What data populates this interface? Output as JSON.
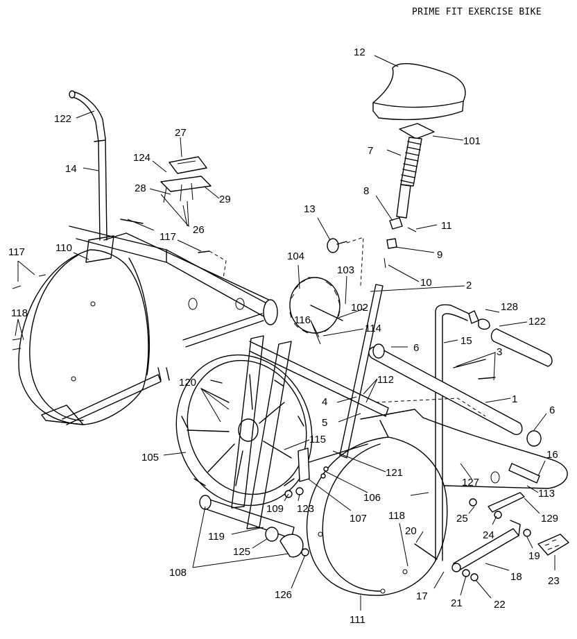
{
  "title": "PRIME FIT EXERCISE BIKE",
  "callouts": [
    {
      "key": "c12",
      "label": "12"
    },
    {
      "key": "c101",
      "label": "101"
    },
    {
      "key": "c7",
      "label": "7"
    },
    {
      "key": "c8",
      "label": "8"
    },
    {
      "key": "c11",
      "label": "11"
    },
    {
      "key": "c9",
      "label": "9"
    },
    {
      "key": "c10",
      "label": "10"
    },
    {
      "key": "c13",
      "label": "13"
    },
    {
      "key": "c2",
      "label": "2"
    },
    {
      "key": "c104",
      "label": "104"
    },
    {
      "key": "c103",
      "label": "103"
    },
    {
      "key": "c102",
      "label": "102"
    },
    {
      "key": "c116",
      "label": "116"
    },
    {
      "key": "c114",
      "label": "114"
    },
    {
      "key": "c6a",
      "label": "6"
    },
    {
      "key": "c15",
      "label": "15"
    },
    {
      "key": "c128",
      "label": "128"
    },
    {
      "key": "c122b",
      "label": "122"
    },
    {
      "key": "c3",
      "label": "3"
    },
    {
      "key": "c1",
      "label": "1"
    },
    {
      "key": "c6b",
      "label": "6"
    },
    {
      "key": "c16",
      "label": "16"
    },
    {
      "key": "c113",
      "label": "113"
    },
    {
      "key": "c129",
      "label": "129"
    },
    {
      "key": "c127",
      "label": "127"
    },
    {
      "key": "c25",
      "label": "25"
    },
    {
      "key": "c24",
      "label": "24"
    },
    {
      "key": "c19",
      "label": "19"
    },
    {
      "key": "c23",
      "label": "23"
    },
    {
      "key": "c18",
      "label": "18"
    },
    {
      "key": "c17",
      "label": "17"
    },
    {
      "key": "c21",
      "label": "21"
    },
    {
      "key": "c22",
      "label": "22"
    },
    {
      "key": "c20",
      "label": "20"
    },
    {
      "key": "c118b",
      "label": "118"
    },
    {
      "key": "c111",
      "label": "111"
    },
    {
      "key": "c126",
      "label": "126"
    },
    {
      "key": "c125",
      "label": "125"
    },
    {
      "key": "c108",
      "label": "108"
    },
    {
      "key": "c119",
      "label": "119"
    },
    {
      "key": "c109",
      "label": "109"
    },
    {
      "key": "c123",
      "label": "123"
    },
    {
      "key": "c107",
      "label": "107"
    },
    {
      "key": "c106",
      "label": "106"
    },
    {
      "key": "c121",
      "label": "121"
    },
    {
      "key": "c115",
      "label": "115"
    },
    {
      "key": "c105",
      "label": "105"
    },
    {
      "key": "c120",
      "label": "120"
    },
    {
      "key": "c4",
      "label": "4"
    },
    {
      "key": "c5",
      "label": "5"
    },
    {
      "key": "c112",
      "label": "112"
    },
    {
      "key": "c122a",
      "label": "122"
    },
    {
      "key": "c14",
      "label": "14"
    },
    {
      "key": "c27",
      "label": "27"
    },
    {
      "key": "c124",
      "label": "124"
    },
    {
      "key": "c28",
      "label": "28"
    },
    {
      "key": "c29",
      "label": "29"
    },
    {
      "key": "c26",
      "label": "26"
    },
    {
      "key": "c117a",
      "label": "117"
    },
    {
      "key": "c117b",
      "label": "117"
    },
    {
      "key": "c110",
      "label": "110"
    },
    {
      "key": "c118a",
      "label": "118"
    }
  ]
}
